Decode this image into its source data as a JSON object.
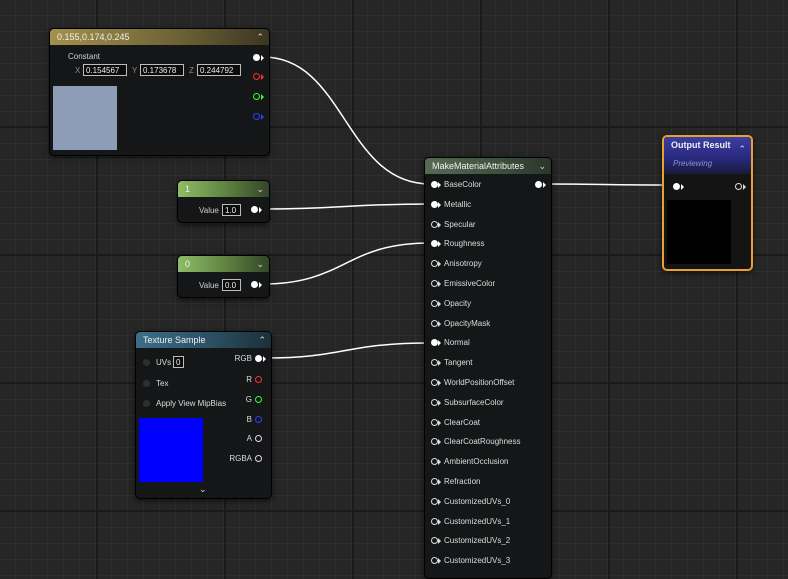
{
  "colors": {
    "background": "#262626",
    "constant_swatch": "#8d9cb7",
    "texture_preview": "#0000ff",
    "output_preview": "#000000",
    "output_border": "#e8a030",
    "pin_red": "#ff3030",
    "pin_green": "#30ff30",
    "pin_blue": "#3040ff"
  },
  "constant3": {
    "title": "0.155,0.174,0.245",
    "label": "Constant",
    "x_label": "X",
    "x_value": "0.154567",
    "y_label": "Y",
    "y_value": "0.173678",
    "z_label": "Z",
    "z_value": "0.244792"
  },
  "scalar_metallic": {
    "title": "1",
    "value_label": "Value",
    "value": "1.0"
  },
  "scalar_roughness": {
    "title": "0",
    "value_label": "Value",
    "value": "0.0"
  },
  "texture_sample": {
    "title": "Texture Sample",
    "inputs": [
      "UVs",
      "Tex",
      "Apply View MipBias"
    ],
    "uvs_value": "0",
    "outputs": [
      "RGB",
      "R",
      "G",
      "B",
      "A",
      "RGBA"
    ]
  },
  "make_material": {
    "title": "MakeMaterialAttributes",
    "pins": [
      "BaseColor",
      "Metallic",
      "Specular",
      "Roughness",
      "Anisotropy",
      "EmissiveColor",
      "Opacity",
      "OpacityMask",
      "Normal",
      "Tangent",
      "WorldPositionOffset",
      "SubsurfaceColor",
      "ClearCoat",
      "ClearCoatRoughness",
      "AmbientOcclusion",
      "Refraction",
      "CustomizedUVs_0",
      "CustomizedUVs_1",
      "CustomizedUVs_2",
      "CustomizedUVs_3"
    ]
  },
  "output_result": {
    "title": "Output Result",
    "subtitle": "Previewing"
  }
}
